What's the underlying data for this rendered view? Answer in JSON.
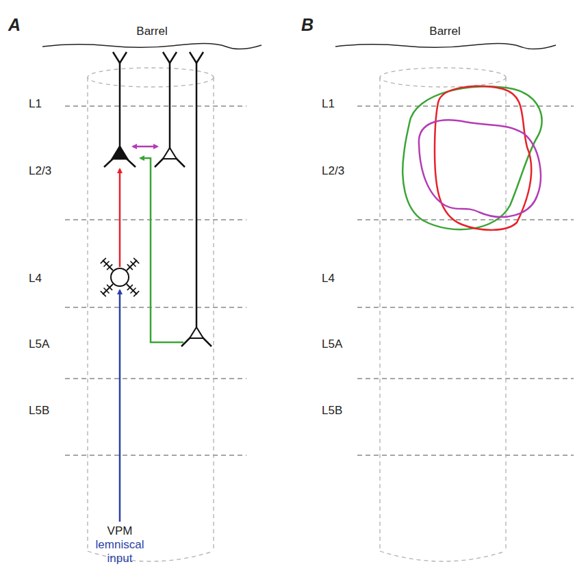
{
  "diagram": {
    "labels": [
      "A",
      "Barrel",
      "L1",
      "L2/3",
      "L4",
      "L5A",
      "L5B",
      "VPM",
      "lemniscal input",
      "B",
      "Barrel",
      "L1",
      "L2/3",
      "L4",
      "L5A",
      "L5B"
    ]
  }
}
